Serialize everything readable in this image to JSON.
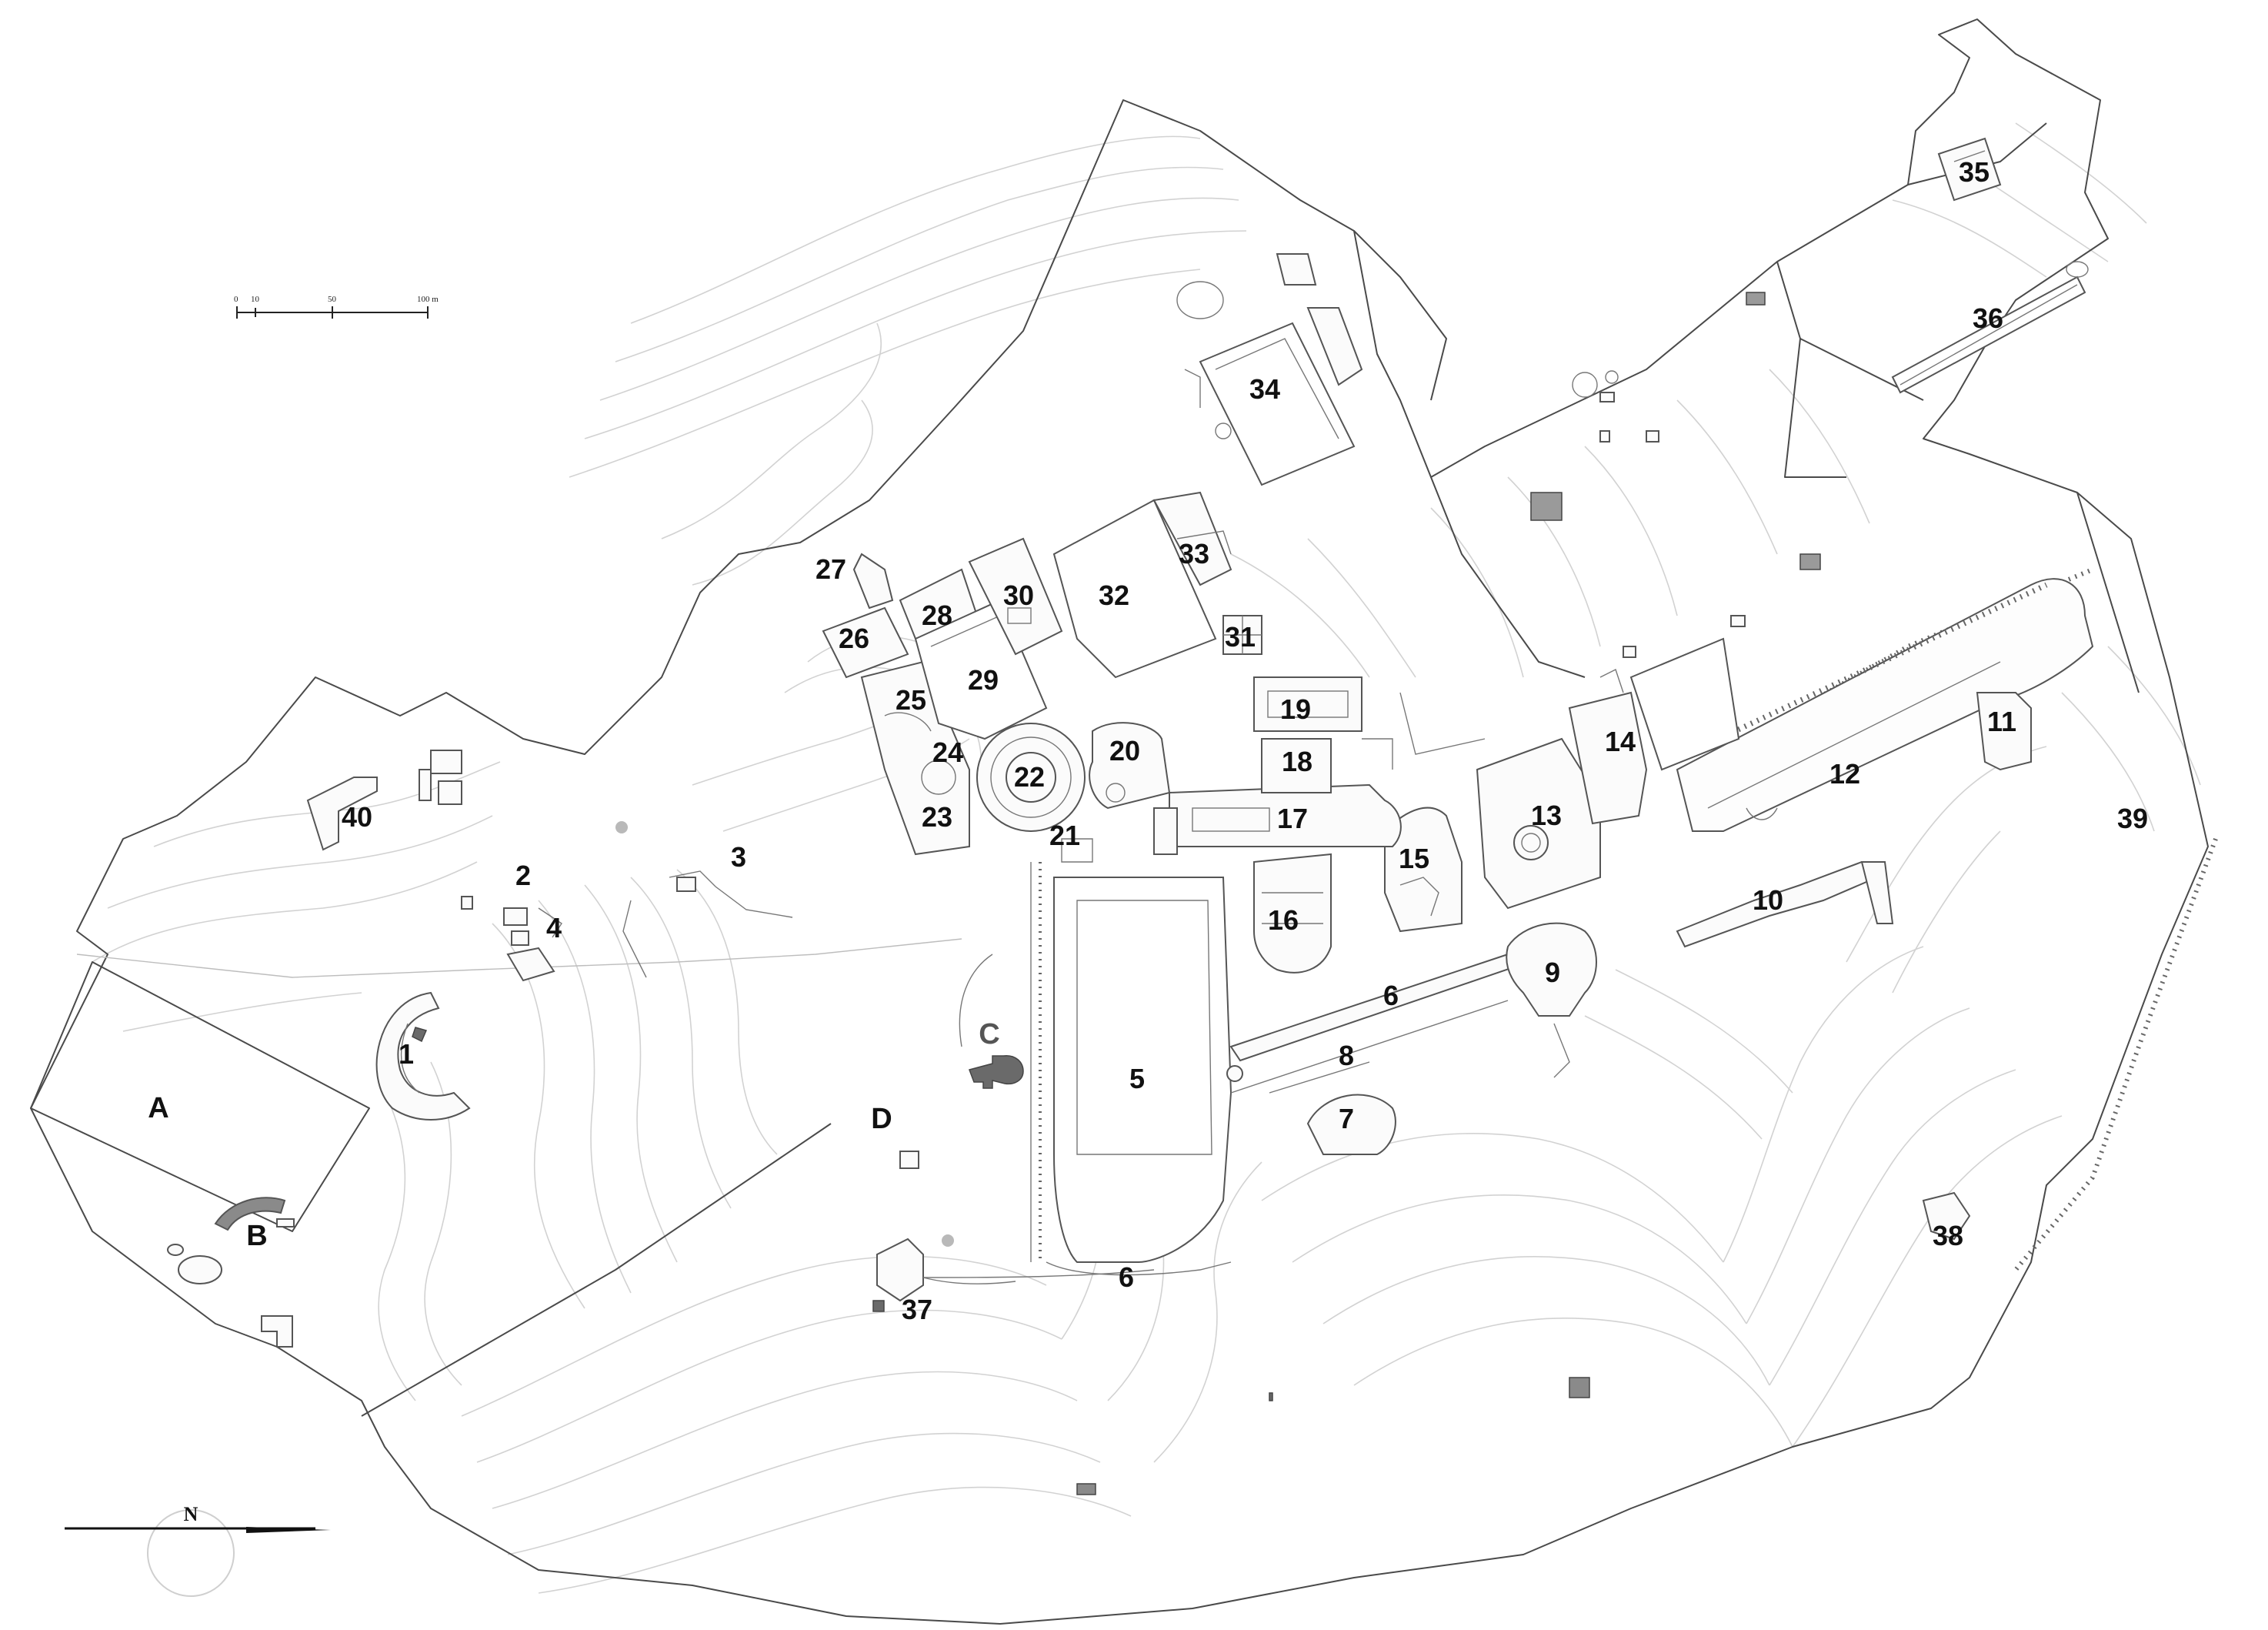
{
  "map": {
    "site_labels": [
      "1",
      "2",
      "3",
      "4",
      "5",
      "6",
      "6",
      "7",
      "8",
      "9",
      "10",
      "11",
      "12",
      "13",
      "14",
      "15",
      "16",
      "17",
      "18",
      "19",
      "20",
      "21",
      "22",
      "23",
      "24",
      "25",
      "26",
      "27",
      "28",
      "29",
      "30",
      "31",
      "32",
      "33",
      "34",
      "35",
      "36",
      "37",
      "38",
      "39",
      "40"
    ],
    "area_labels": [
      "A",
      "B",
      "C",
      "D"
    ],
    "scale_bar": {
      "ticks": [
        "0",
        "10",
        "50",
        "100 m"
      ]
    },
    "north_arrow": {
      "label": "N"
    }
  }
}
